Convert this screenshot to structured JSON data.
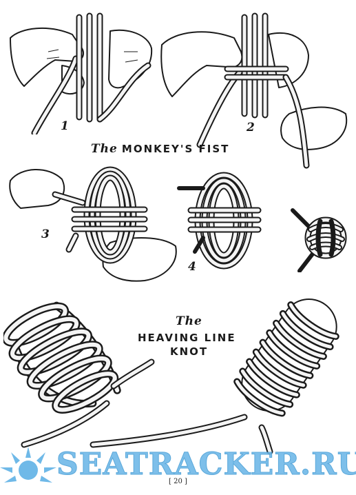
{
  "titles": {
    "monkeys_fist_prefix": "The",
    "monkeys_fist_main": "MONKEY'S FIST",
    "heaving_prefix": "The",
    "heaving_line1": "HEAVING LINE",
    "heaving_line2": "KNOT"
  },
  "steps": [
    "1",
    "2",
    "3",
    "4"
  ],
  "page_number": "[ 20 ]",
  "watermark": "SEATRACKER.RU",
  "colors": {
    "ink": "#1a1a1a",
    "watermark": "#6fb9e8"
  }
}
